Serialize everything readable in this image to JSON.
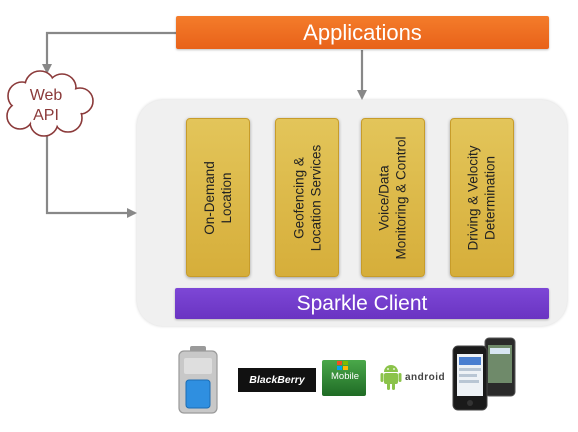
{
  "applications": {
    "label": "Applications"
  },
  "web_api": {
    "line1": "Web",
    "line2": "API"
  },
  "modules": [
    {
      "line1": "On-Demand",
      "line2": "Location"
    },
    {
      "line1": "Geofencing &",
      "line2": "Location Services"
    },
    {
      "line1": "Voice/Data",
      "line2": "Monitoring & Control"
    },
    {
      "line1": "Driving & Velocity",
      "line2": "Determination"
    }
  ],
  "sparkle_client": {
    "label": "Sparkle Client"
  },
  "devices": {
    "blackberry_label": "BlackBerry",
    "windows_mobile_label": "Mobile",
    "android_label": "android"
  },
  "colors": {
    "applications_bar": "#e8621a",
    "sparkle_bar": "#6a34c2",
    "module_fill": "#d9b444",
    "panel_bg": "#f0f0f0",
    "arrow": "#888888",
    "web_api_text": "#8b3a3a"
  }
}
